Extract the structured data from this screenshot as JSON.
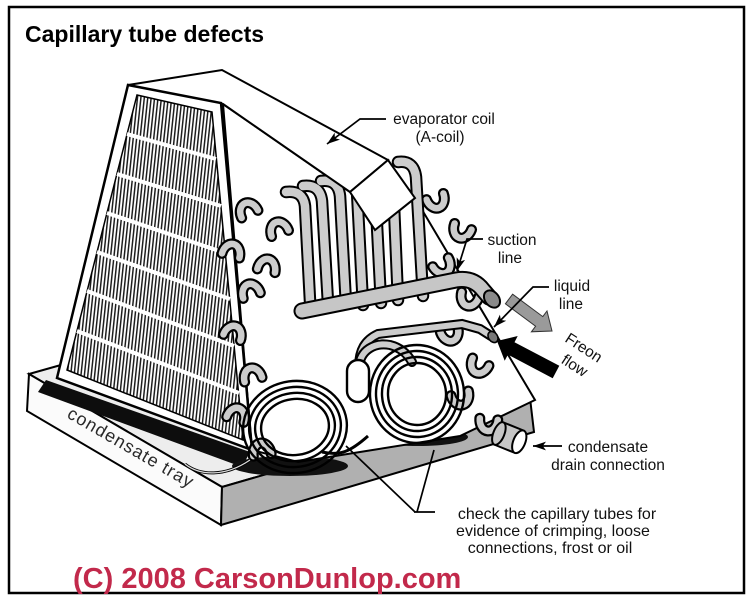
{
  "title": "Capillary tube defects",
  "copyright": {
    "text": "(C) 2008 CarsonDunlop.com"
  },
  "colors": {
    "copyright_red": "#c2294b",
    "outline_black": "#000000",
    "tube_gray": "#cccccc",
    "tray_side_gray": "#b0b0b0"
  },
  "labels": {
    "evaporator": [
      "evaporator coil",
      "(A-coil)"
    ],
    "suction": [
      "suction",
      "line"
    ],
    "liquid": [
      "liquid",
      "line"
    ],
    "freon": [
      "Freon",
      "flow"
    ],
    "tray": "condensate tray",
    "drain": [
      "condensate",
      "drain connection"
    ],
    "note": [
      "check the capillary tubes for",
      "evidence of crimping, loose",
      "connections, frost or oil"
    ]
  }
}
